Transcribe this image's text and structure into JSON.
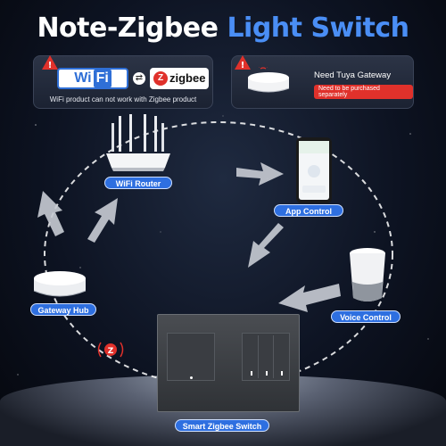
{
  "title": {
    "part1": "Note-Zigbee ",
    "part2": "Light Switch"
  },
  "left_card": {
    "wifi_text": "Wi",
    "wifi_fi": "Fi",
    "zigbee_text": "zigbee",
    "note": "WiFi product can not work with Zigbee product"
  },
  "right_card": {
    "title": "Need Tuya Gateway",
    "note": "Need to be purchased separately"
  },
  "labels": {
    "router": "WiFi Router",
    "app": "App Control",
    "hub": "Gateway Hub",
    "voice": "Voice Control",
    "switch": "Smart Zigbee Switch"
  },
  "colors": {
    "accent": "#2e6fe0",
    "title_highlight": "#4a8ef5",
    "warning": "#e0312b"
  },
  "icons": [
    "warning-icon",
    "wifi-logo",
    "swap-icon",
    "zigbee-logo",
    "gateway-hub",
    "router",
    "smartphone",
    "smart-speaker",
    "wall-switch",
    "zigbee-signal-icon"
  ]
}
